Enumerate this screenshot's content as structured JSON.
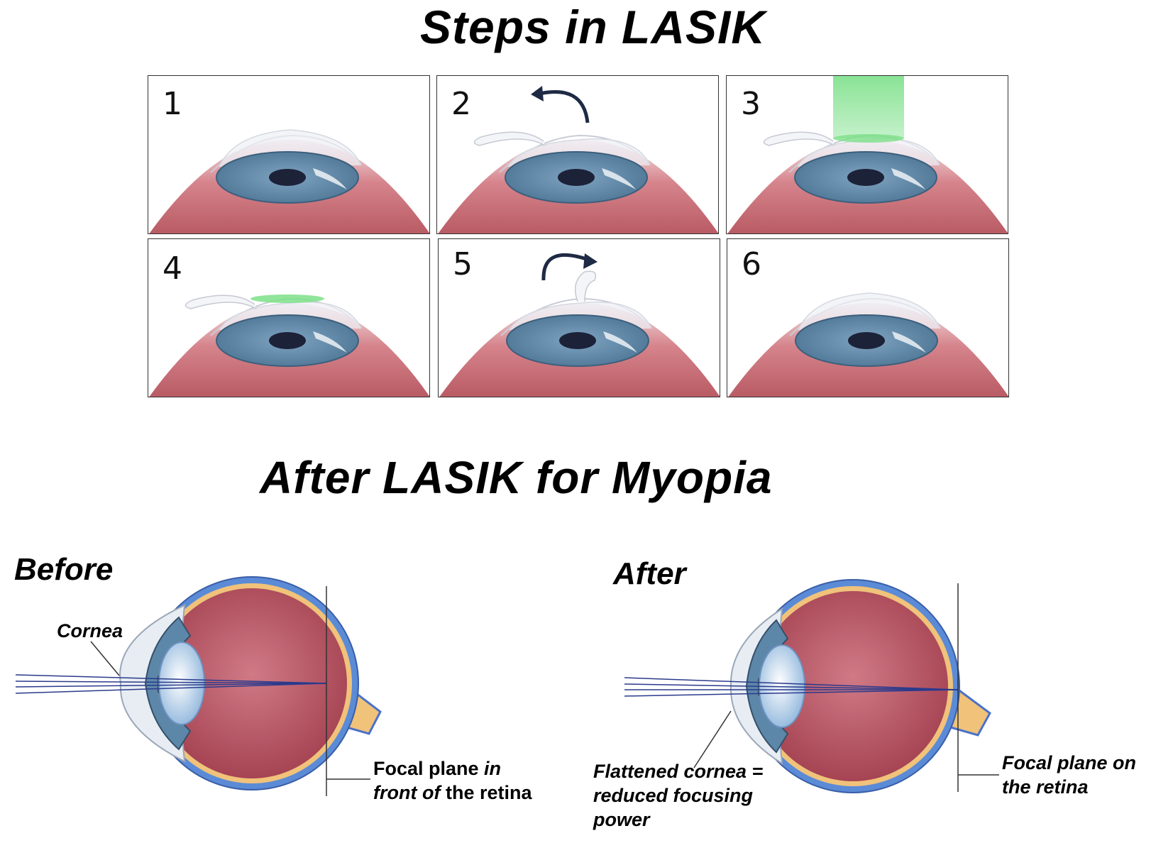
{
  "titles": {
    "steps": "Steps in LASIK",
    "after_lasik": "After LASIK for Myopia"
  },
  "panels": [
    {
      "number": "1"
    },
    {
      "number": "2"
    },
    {
      "number": "3"
    },
    {
      "number": "4"
    },
    {
      "number": "5"
    },
    {
      "number": "6"
    }
  ],
  "before": {
    "heading": "Before",
    "cornea_label": "Cornea",
    "focal_a": "Focal plane ",
    "focal_b": "in",
    "focal_c": "front",
    "focal_d": " of",
    "focal_e": " the retina"
  },
  "after": {
    "heading": "After",
    "flat_line1": "Flattened cornea =",
    "flat_line2": "reduced focusing",
    "flat_line3": "power",
    "focal_line1": "Focal plane on",
    "focal_line2": "the retina"
  },
  "colors": {
    "iris": "#4f7796",
    "pupil": "#1c2238",
    "eyeball": "#b85a63",
    "laser": "#7de08a",
    "arrow": "#1f2a44"
  }
}
